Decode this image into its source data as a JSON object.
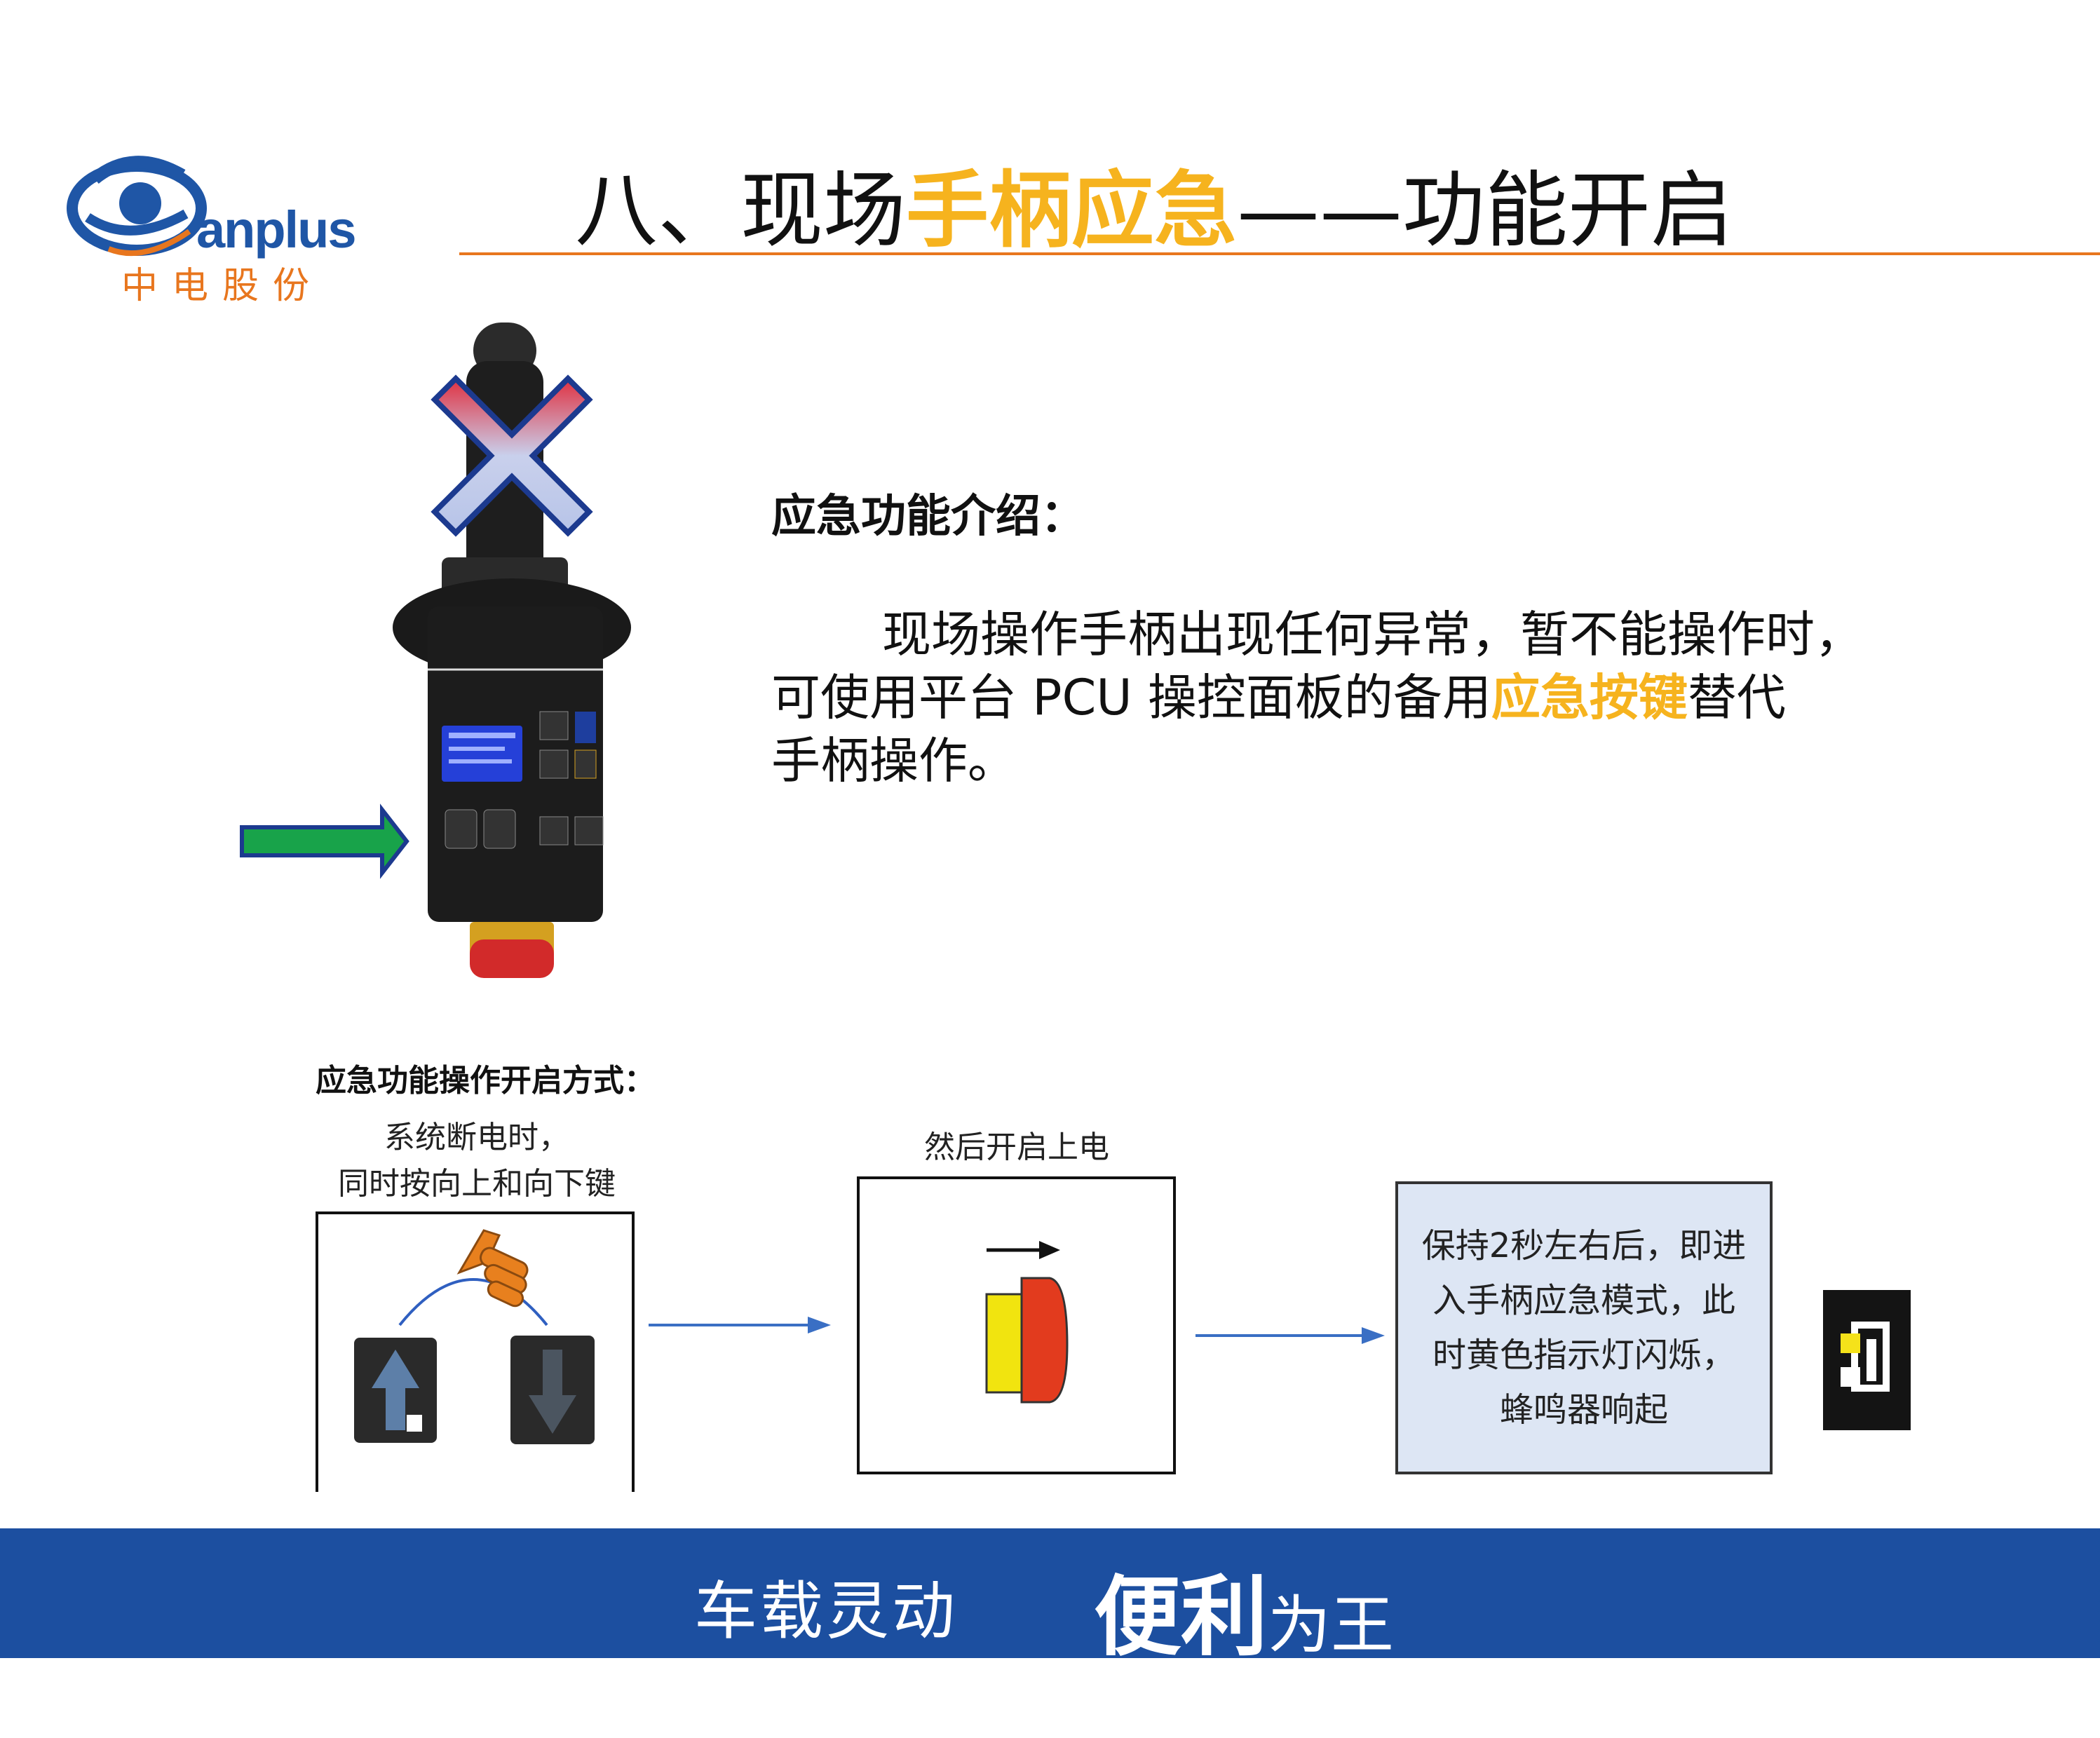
{
  "logo": {
    "brand": "anplus",
    "cn": "中电股份"
  },
  "title": {
    "prefix": "八、现场",
    "highlight": "手柄应急",
    "suffix": "——功能开启"
  },
  "intro": {
    "heading": "应急功能介绍：",
    "line1": "现场操作手柄出现任何异常，暂不能操作时，",
    "line2_pre": "可使用平台 PCU 操控面板的备用",
    "line2_highlight": "应急按键",
    "line2_post": "替代",
    "line3": "手柄操作。"
  },
  "operation": {
    "heading": "应急功能操作开启方式：",
    "step1_caption_line1": "系统断电时，",
    "step1_caption_line2": "同时按向上和向下键",
    "step2_caption": "然后开启上电",
    "step3_text": "保持2秒左右后，即进\n入手柄应急模式，此\n时黄色指示灯闪烁，\n蜂鸣器响起"
  },
  "footer": {
    "left": "车载灵动",
    "right_big": "便利",
    "right_small": "为王"
  },
  "colors": {
    "accent_orange": "#e8761e",
    "highlight_yellow": "#f6b31e",
    "banner_blue": "#1c4fa0",
    "logo_blue": "#1f56a6"
  }
}
